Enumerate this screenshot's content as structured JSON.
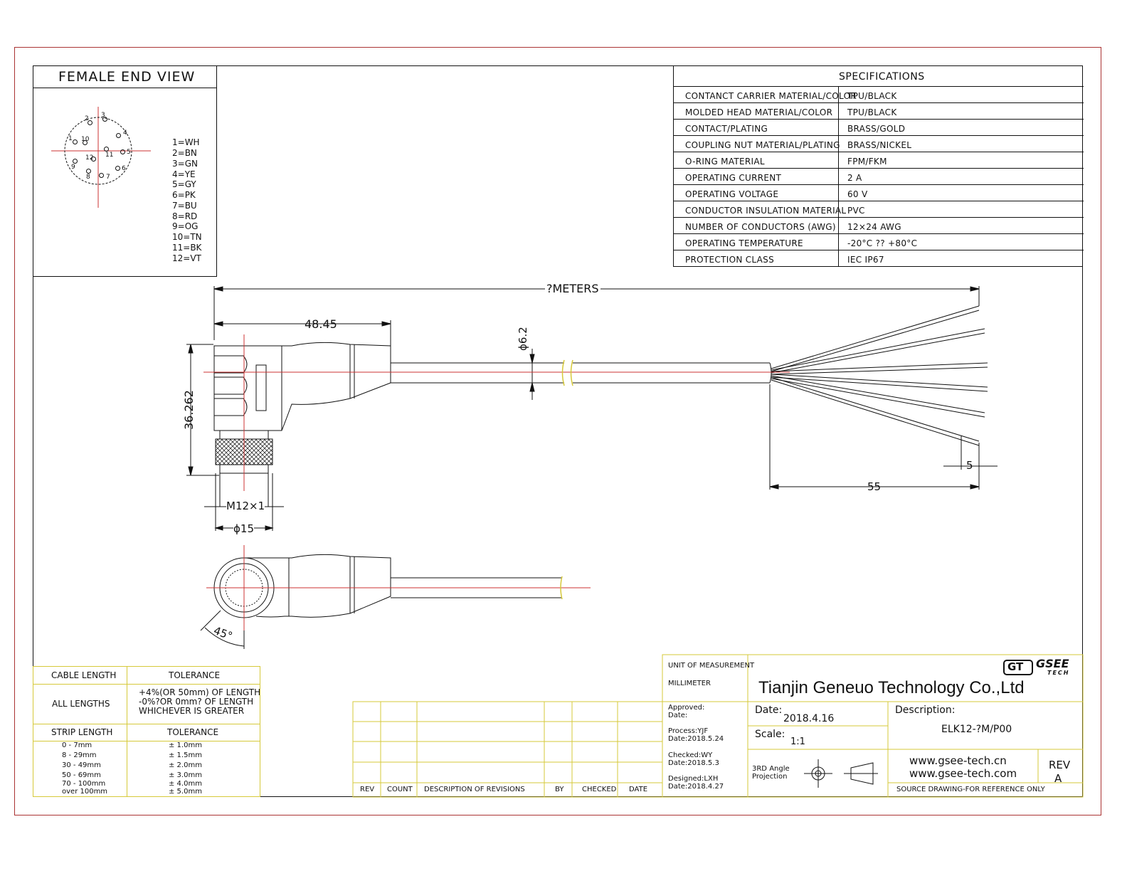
{
  "female_end_view": {
    "title": "FEMALE END VIEW",
    "pins": [
      {
        "num": "1"
      },
      {
        "num": "2"
      },
      {
        "num": "3"
      },
      {
        "num": "4"
      },
      {
        "num": "5"
      },
      {
        "num": "6"
      },
      {
        "num": "7"
      },
      {
        "num": "8"
      },
      {
        "num": "9"
      },
      {
        "num": "10"
      },
      {
        "num": "11"
      },
      {
        "num": "12"
      }
    ],
    "color_codes": [
      "1=WH",
      "2=BN",
      "3=GN",
      "4=YE",
      "5=GY",
      "6=PK",
      "7=BU",
      "8=RD",
      "9=OG",
      "10=TN",
      "11=BK",
      "12=VT"
    ]
  },
  "specifications": {
    "title": "SPECIFICATIONS",
    "rows": [
      {
        "key": "CONTANCT CARRIER MATERIAL/COLOR",
        "value": "TPU/BLACK"
      },
      {
        "key": "MOLDED HEAD MATERIAL/COLOR",
        "value": "TPU/BLACK"
      },
      {
        "key": "CONTACT/PLATING",
        "value": "BRASS/GOLD"
      },
      {
        "key": "COUPLING NUT MATERIAL/PLATING",
        "value": "BRASS/NICKEL"
      },
      {
        "key": "O-RING MATERIAL",
        "value": "FPM/FKM"
      },
      {
        "key": "OPERATING CURRENT",
        "value": "2 A"
      },
      {
        "key": "OPERATING VOLTAGE",
        "value": "60 V"
      },
      {
        "key": "CONDUCTOR INSULATION MATERIAL",
        "value": "PVC"
      },
      {
        "key": "NUMBER OF CONDUCTORS (AWG)",
        "value": "12×24 AWG"
      },
      {
        "key": "OPERATING TEMPERATURE",
        "value": "-20°C ?? +80°C"
      },
      {
        "key": "PROTECTION CLASS",
        "value": "IEC  IP67"
      }
    ]
  },
  "dimensions": {
    "overall_length": "?METERS",
    "head_length": "48.45",
    "cable_diameter": "ϕ6.2",
    "head_height": "36.262",
    "thread": "M12×1",
    "nut_diameter": "ϕ15",
    "strip_length": "5",
    "jacket_strip": "55",
    "angle": "45°"
  },
  "tolerance_table": {
    "cable_length_header": "CABLE LENGTH",
    "tolerance_header": "TOLERANCE",
    "all_lengths": "ALL LENGTHS",
    "all_lengths_tol": [
      "+4%(OR 50mm) OF LENGTH",
      "-0%?OR 0mm? OF LENGTH",
      "WHICHEVER  IS  GREATER"
    ],
    "strip_length_header": "STRIP LENGTH",
    "strip_tolerance_header": "TOLERANCE",
    "strip_rows": [
      {
        "range": "0 - 7mm",
        "tol": "± 1.0mm"
      },
      {
        "range": "8 - 29mm",
        "tol": "± 1.5mm"
      },
      {
        "range": "30 - 49mm",
        "tol": "± 2.0mm"
      },
      {
        "range": "50 - 69mm",
        "tol": "± 3.0mm"
      },
      {
        "range": "70 - 100mm",
        "tol": "± 4.0mm"
      },
      {
        "range": "over 100mm",
        "tol": "± 5.0mm"
      }
    ]
  },
  "revisions": {
    "headers": [
      "REV",
      "COUNT",
      "DESCRIPTION  OF  REVISIONS",
      "BY",
      "CHECKED",
      "DATE"
    ]
  },
  "title_block": {
    "unit_label": "UNIT OF MEASUREMENT",
    "unit_value": "MILLIMETER",
    "company": "Tianjin Geneuo Technology Co.,Ltd",
    "logo_letters": "GT",
    "logo_text": "GSEE",
    "logo_sub": "TECH",
    "approved_label": "Approved:",
    "approved_date": "Date:",
    "process_label": "Process:YJF",
    "process_date": "Date:2018.5.24",
    "checked_label": "Checked:WY",
    "checked_date": "Date:2018.5.3",
    "designed_label": "Designed:LXH",
    "designed_date": "Date:2018.4.27",
    "date_label": "Date:",
    "date_value": "2018.4.16",
    "scale_label": "Scale:",
    "scale_value": "1:1",
    "description_label": "Description:",
    "description_value": "ELK12-?M/P00",
    "projection_label": [
      "3RD Angle",
      "Projection"
    ],
    "website1": "www.gsee-tech.cn",
    "website2": "www.gsee-tech.com",
    "rev_label": "REV",
    "rev_value": "A",
    "source_note": "SOURCE DRAWING-FOR REFERENCE ONLY"
  }
}
